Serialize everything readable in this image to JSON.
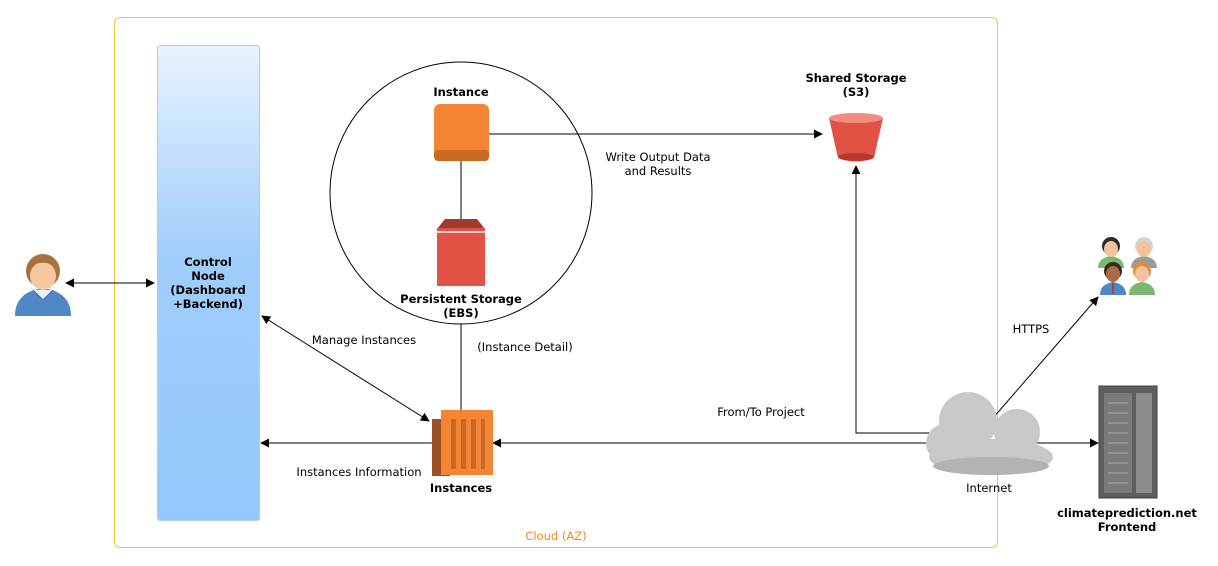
{
  "region": {
    "label": "Cloud (AZ)"
  },
  "control_node": {
    "line1": "Control",
    "line2": "Node",
    "line3": "(Dashboard",
    "line4": "+Backend)"
  },
  "instance": {
    "label": "Instance"
  },
  "persistent_storage": {
    "line1": "Persistent Storage",
    "line2": "(EBS)"
  },
  "shared_storage": {
    "line1": "Shared Storage",
    "line2": "(S3)"
  },
  "instances": {
    "label": "Instances"
  },
  "internet": {
    "label": "Internet"
  },
  "frontend": {
    "line1": "climateprediction.net",
    "line2": "Frontend"
  },
  "edges": {
    "write_output_1": "Write Output Data",
    "write_output_2": "and Results",
    "manage": "Manage Instances",
    "instance_detail": "(Instance Detail)",
    "instances_info": "Instances Information",
    "from_to_project": "From/To Project",
    "https": "HTTPS"
  },
  "colors": {
    "border_region": "#f5c242",
    "aws_orange": "#f58534",
    "aws_red": "#e05243",
    "control_blue": "#9fcdfb",
    "cloud_gray": "#c8c8c8"
  }
}
